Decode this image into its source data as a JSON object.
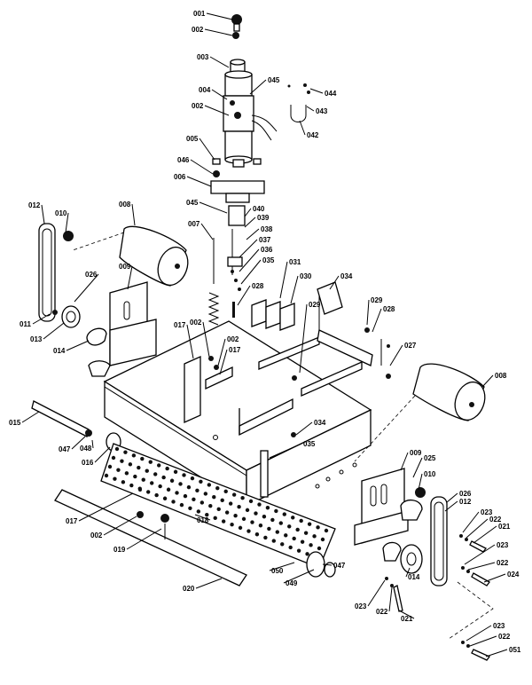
{
  "diagram": {
    "callouts": [
      "001",
      "002",
      "003",
      "004",
      "002",
      "005",
      "045",
      "044",
      "043",
      "042",
      "046",
      "006",
      "045",
      "040",
      "039",
      "007",
      "038",
      "037",
      "036",
      "035",
      "012",
      "010",
      "008",
      "031",
      "030",
      "028",
      "034",
      "026",
      "009",
      "029",
      "028",
      "011",
      "013",
      "014",
      "029",
      "017",
      "002",
      "002",
      "017",
      "027",
      "008",
      "015",
      "034",
      "047",
      "048",
      "016",
      "035",
      "009",
      "025",
      "010",
      "017",
      "002",
      "018",
      "026",
      "012",
      "019",
      "023",
      "022",
      "021",
      "023",
      "020",
      "022",
      "050",
      "047",
      "024",
      "049",
      "014",
      "023",
      "022",
      "021",
      "023",
      "022",
      "051"
    ]
  }
}
